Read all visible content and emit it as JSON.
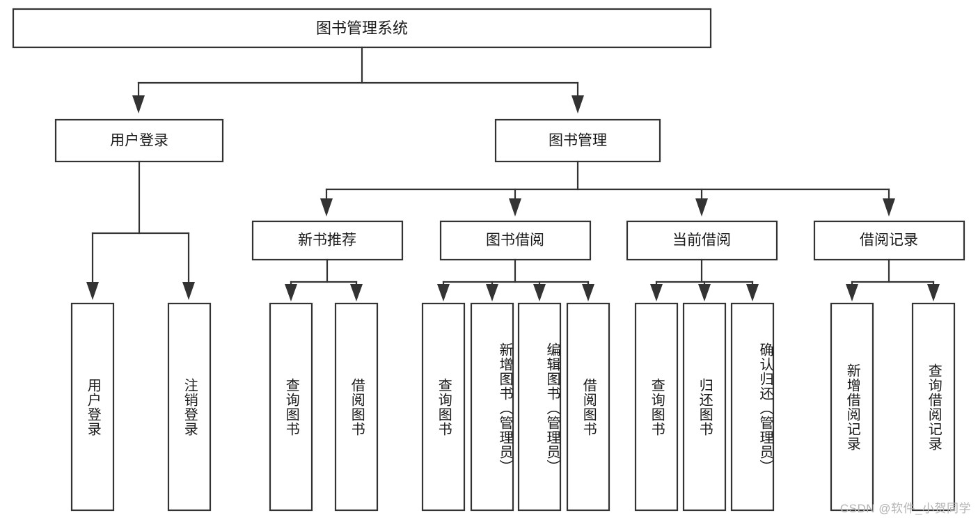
{
  "diagram": {
    "title": "图书管理系统",
    "type": "tree-hierarchy",
    "watermark": "CSDN @软件_小贺同学",
    "root": {
      "label": "图书管理系统"
    },
    "level2": {
      "user_login": {
        "label": "用户登录"
      },
      "book_manage": {
        "label": "图书管理"
      }
    },
    "level3": {
      "new_book_rec": {
        "label": "新书推荐"
      },
      "book_borrow": {
        "label": "图书借阅"
      },
      "current_borrow": {
        "label": "当前借阅"
      },
      "borrow_record": {
        "label": "借阅记录"
      }
    },
    "leaves": {
      "user_login": [
        {
          "label": "用户登录"
        },
        {
          "label": "注销登录"
        }
      ],
      "new_book_rec": [
        {
          "label": "查询图书"
        },
        {
          "label": "借阅图书"
        }
      ],
      "book_borrow": [
        {
          "label": "查询图书"
        },
        {
          "label": "新增图书（管理员）"
        },
        {
          "label": "编辑图书（管理员）"
        },
        {
          "label": "借阅图书"
        }
      ],
      "current_borrow": [
        {
          "label": "查询图书"
        },
        {
          "label": "归还图书"
        },
        {
          "label": "确认归还（管理员）"
        }
      ],
      "borrow_record": [
        {
          "label": "新增借阅记录"
        },
        {
          "label": "查询借阅记录"
        }
      ]
    },
    "colors": {
      "stroke": "#333333",
      "fill": "#ffffff",
      "text": "#1a1a1a",
      "watermark": "#b4b4b4"
    }
  }
}
